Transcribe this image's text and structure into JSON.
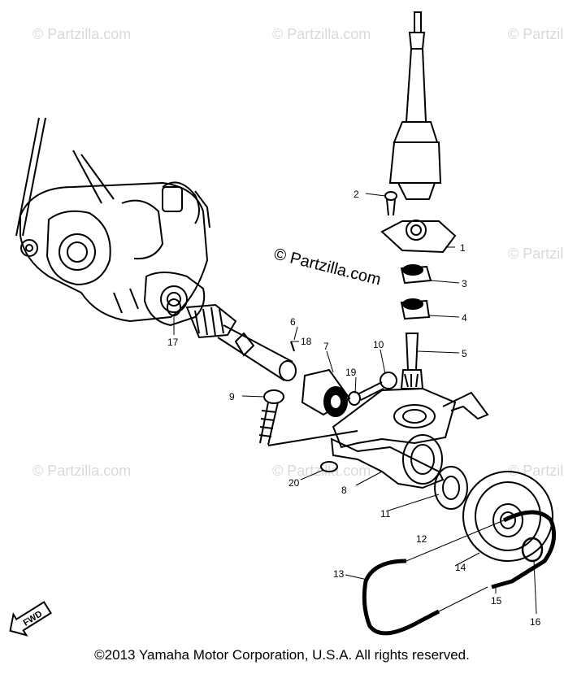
{
  "watermarks": {
    "main": "© Partzilla.com",
    "faint": "© Partzilla.com"
  },
  "callouts": [
    "1",
    "2",
    "3",
    "4",
    "5",
    "6",
    "7",
    "8",
    "9",
    "10",
    "11",
    "12",
    "13",
    "14",
    "15",
    "16",
    "17",
    "18",
    "19",
    "20"
  ],
  "fwd_label": "FWD",
  "footer": "©2013 Yamaha Motor Corporation, U.S.A. All rights reserved."
}
